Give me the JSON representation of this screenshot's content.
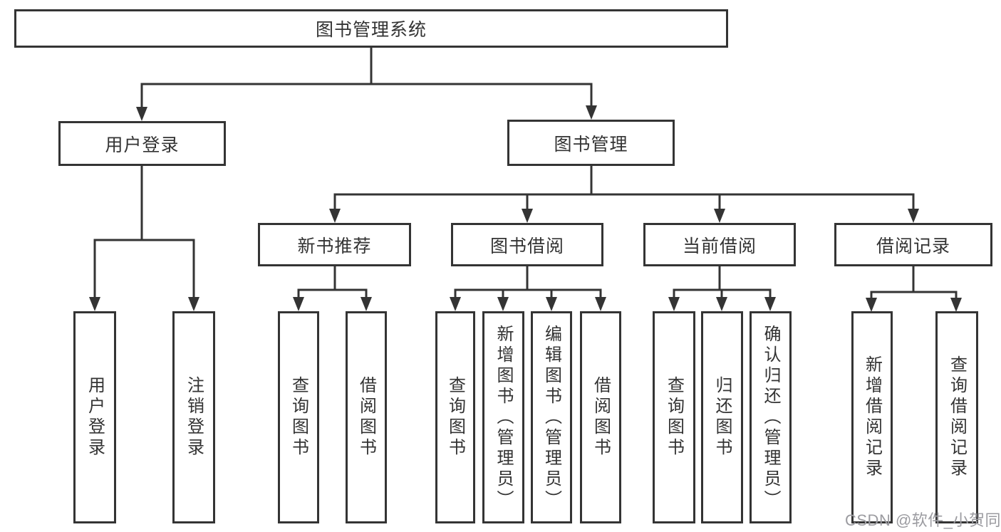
{
  "tree": {
    "root": "图书管理系统",
    "branches": [
      {
        "label": "用户登录",
        "children": [
          "用户登录",
          "注销登录"
        ]
      },
      {
        "label": "图书管理",
        "sections": [
          {
            "label": "新书推荐",
            "children": [
              "查询图书",
              "借阅图书"
            ]
          },
          {
            "label": "图书借阅",
            "children": [
              "查询图书",
              "新增图书（管理员）",
              "编辑图书（管理员）",
              "借阅图书"
            ]
          },
          {
            "label": "当前借阅",
            "children": [
              "查询图书",
              "归还图书",
              "确认归还（管理员）"
            ]
          },
          {
            "label": "借阅记录",
            "children": [
              "新增借阅记录",
              "查询借阅记录"
            ]
          }
        ]
      }
    ]
  },
  "watermark": {
    "text": "CSDN @软件_小贺同学"
  },
  "colors": {
    "line": "#343434",
    "text": "#333333",
    "watermark_text": "#9b9ba0",
    "background": "#ffffff"
  }
}
